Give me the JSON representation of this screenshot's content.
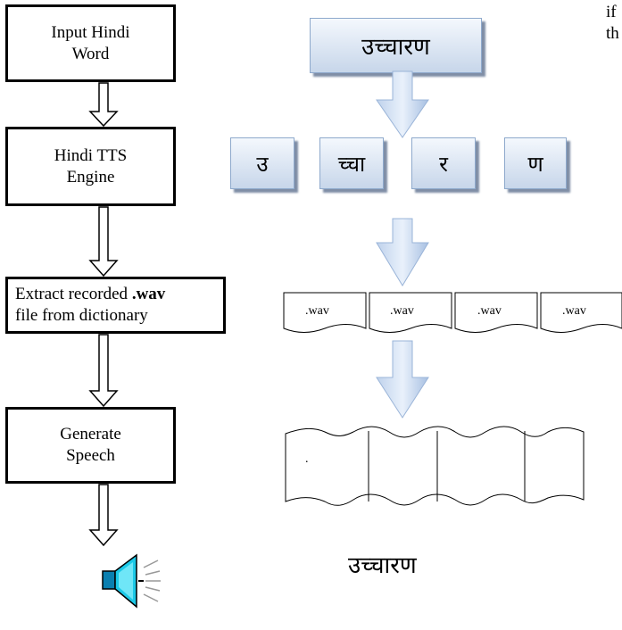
{
  "corner_text": [
    "if",
    "th"
  ],
  "flow": {
    "step1": [
      "Input Hindi",
      "Word"
    ],
    "step2": [
      "Hindi TTS",
      "Engine"
    ],
    "step3": {
      "line1_prefix": "Extract recorded ",
      "line1_bold": ".wav",
      "line2": "file from dictionary"
    },
    "step4": [
      "Generate",
      "Speech"
    ]
  },
  "word": "उच्चारण",
  "syllables": [
    "उ",
    "च्चा",
    "र",
    "ण"
  ],
  "wav_labels": [
    ".wav",
    ".wav",
    ".wav",
    ".wav"
  ],
  "merged_mark": ".",
  "output_word": "उच्चारण",
  "icons": {
    "speaker": "speaker-icon"
  }
}
